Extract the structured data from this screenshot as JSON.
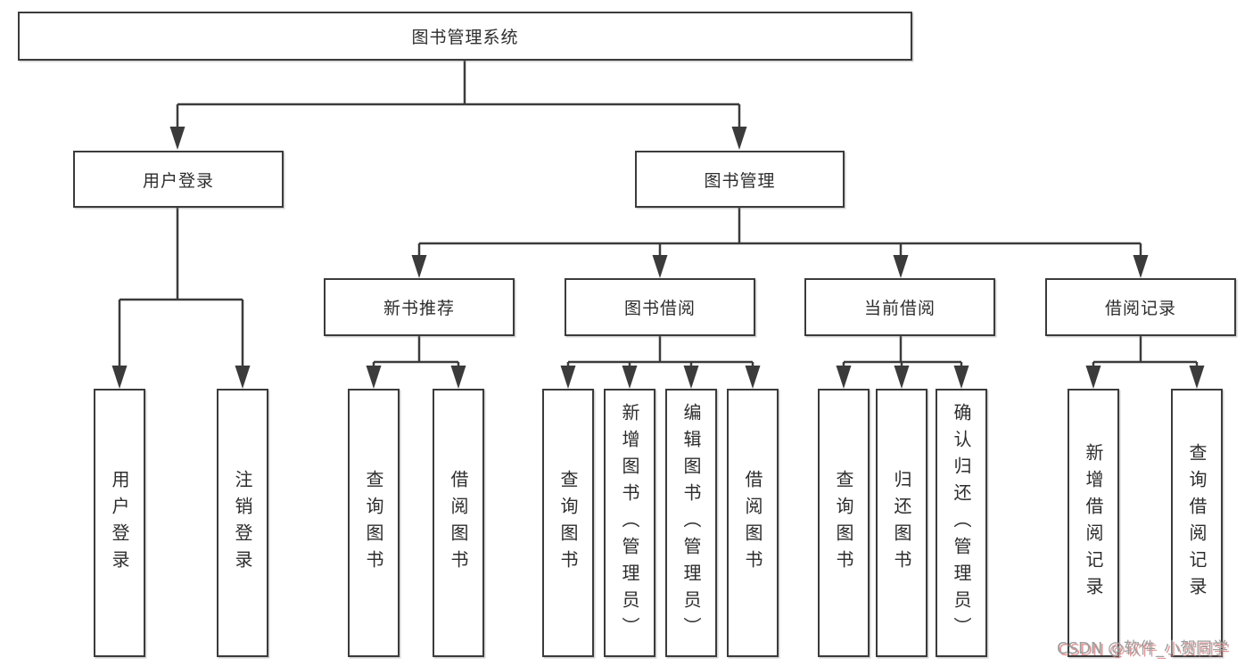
{
  "diagram_title": "图书管理系统",
  "tree": {
    "root": {
      "label": "图书管理系统",
      "children": [
        {
          "label": "用户登录",
          "children": [
            {
              "label": "用户登录"
            },
            {
              "label": "注销登录"
            }
          ]
        },
        {
          "label": "图书管理",
          "children": [
            {
              "label": "新书推荐",
              "children": [
                {
                  "label": "查询图书"
                },
                {
                  "label": "借阅图书"
                }
              ]
            },
            {
              "label": "图书借阅",
              "children": [
                {
                  "label": "查询图书"
                },
                {
                  "label": "新增图书（管理员）"
                },
                {
                  "label": "编辑图书（管理员）"
                },
                {
                  "label": "借阅图书"
                }
              ]
            },
            {
              "label": "当前借阅",
              "children": [
                {
                  "label": "查询图书"
                },
                {
                  "label": "归还图书"
                },
                {
                  "label": "确认归还（管理员）"
                }
              ]
            },
            {
              "label": "借阅记录",
              "children": [
                {
                  "label": "新增借阅记录"
                },
                {
                  "label": "查询借阅记录"
                }
              ]
            }
          ]
        }
      ]
    }
  },
  "watermark": "CSDN @软件_小贺同学",
  "colors": {
    "background": "#ffffff",
    "line": "#3b3b3b",
    "box_border": "#3b3b3b",
    "box_fill": "#ffffff",
    "text": "#2d2d2d",
    "watermark_gray": "#9e9e9e",
    "watermark_red": "#d67878"
  }
}
